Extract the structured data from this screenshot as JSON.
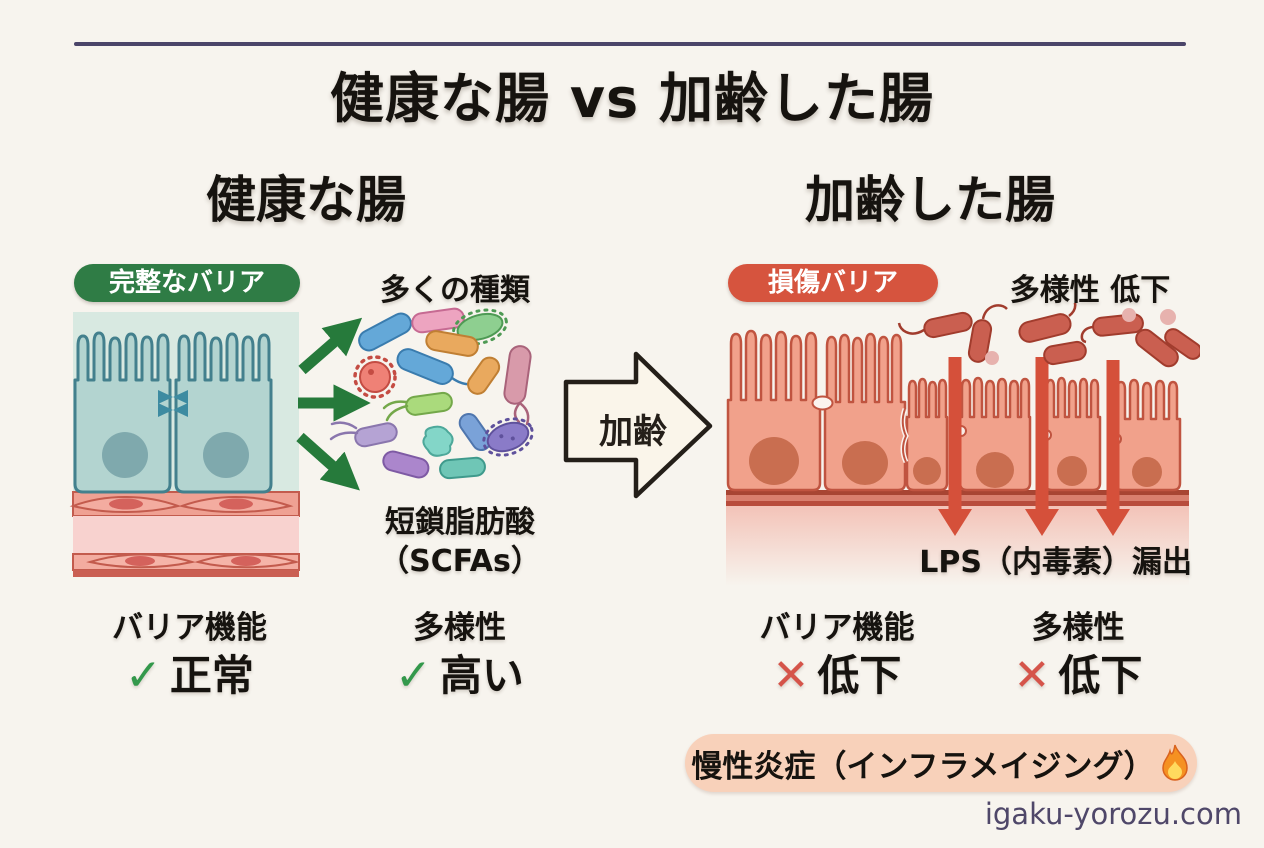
{
  "title": "健康な腸 vs 加齢した腸",
  "watermark": "igaku-yorozu.com",
  "colors": {
    "background": "#f7f4ee",
    "divider_purple": "#4b4569",
    "healthy_green": "#2f7c45",
    "check_green": "#33984b",
    "damage_red": "#d6543e",
    "cross_red": "#d5544a",
    "banner_pink": "#f8d1ba",
    "healthy_cell_teal": "#b3d4d0",
    "aged_cell_salmon": "#f1a18b",
    "watermark_purple": "#4f4769"
  },
  "healthy": {
    "heading": "健康な腸",
    "barrier_badge": "完整なバリア",
    "microbes_label": "多くの種類",
    "scfa_line1": "短鎖脂肪酸",
    "scfa_line2": "（SCFAs）",
    "stats": [
      {
        "label": "バリア機能",
        "mark": "✓",
        "value": "正常"
      },
      {
        "label": "多様性",
        "mark": "✓",
        "value": "高い"
      }
    ]
  },
  "transition": {
    "label": "加齢"
  },
  "aged": {
    "heading": "加齢した腸",
    "barrier_badge": "損傷バリア",
    "diversity_label": "多様性 低下",
    "lps_label": "LPS（内毒素）漏出",
    "stats": [
      {
        "label": "バリア機能",
        "mark": "✕",
        "value": "低下"
      },
      {
        "label": "多様性",
        "mark": "✕",
        "value": "低下"
      }
    ],
    "banner": "慢性炎症（インフラメイジング）",
    "banner_emoji": "🔥"
  }
}
